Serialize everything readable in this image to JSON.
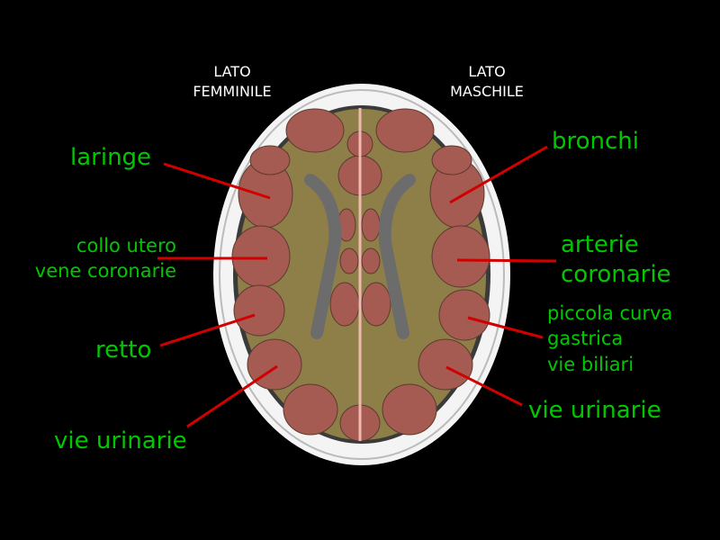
{
  "header": {
    "left_side": [
      "LATO",
      "FEMMINILE"
    ],
    "right_side": [
      "LATO",
      "MASCHILE"
    ]
  },
  "labels_left": {
    "laringe": "laringe",
    "collo_utero": "collo utero",
    "vene_coronarie": "vene coronarie",
    "retto": "retto",
    "vie_urinarie": "vie urinarie"
  },
  "labels_right": {
    "bronchi": "bronchi",
    "arterie": "arterie",
    "coronarie": "coronarie",
    "piccola_curva": "piccola curva",
    "gastrica": "gastrica",
    "vie_biliari": "vie biliari",
    "vie_urinarie": "vie urinarie"
  },
  "colors": {
    "label": "#00c800",
    "pointer": "#d00000",
    "lobe": "#a85a50",
    "white_matter": "#9a8a4a"
  }
}
